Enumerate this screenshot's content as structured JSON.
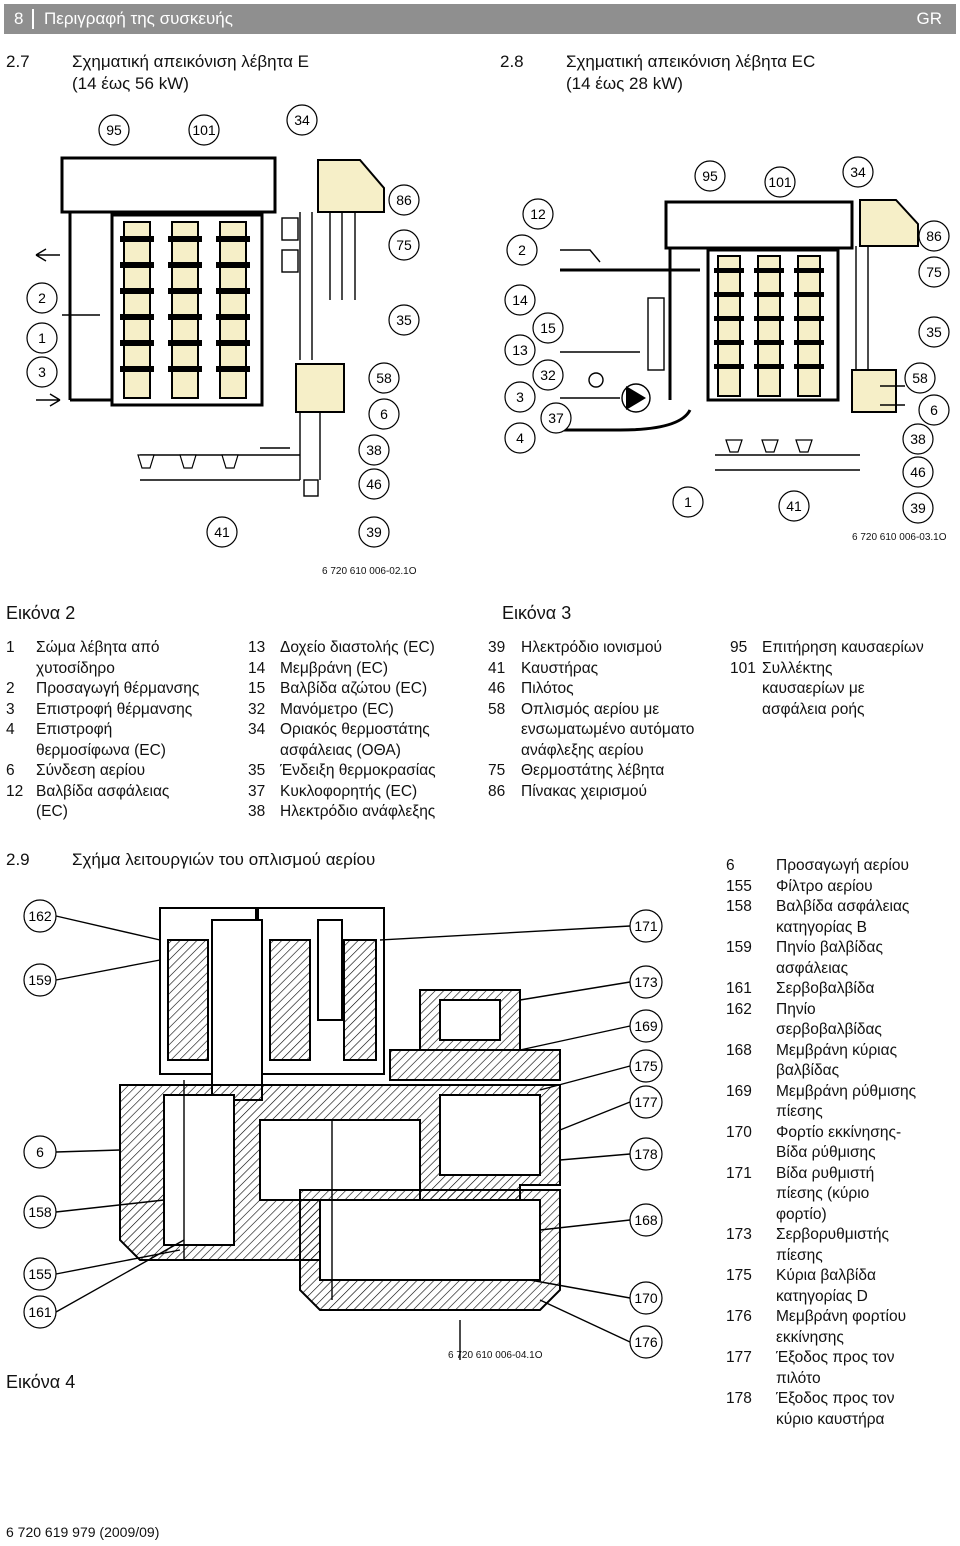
{
  "header": {
    "page": "8",
    "title": "Περιγραφή της συσκευής",
    "lang": "GR"
  },
  "sections": {
    "s27": {
      "num": "2.7",
      "line1": "Σχηματική απεικόνιση λέβητα E",
      "line2": "(14 έως 56 kW)"
    },
    "s28": {
      "num": "2.8",
      "line1": "Σχηματική απεικόνιση λέβητα EC",
      "line2": "(14 έως 28 kW)"
    },
    "s29": {
      "num": "2.9",
      "title": "Σχήμα λειτουργιών του οπλισμού αερίου"
    }
  },
  "figures": {
    "fig2": {
      "caption": "Εικόνα 2",
      "code": "6 720 610 006-02.1O",
      "callouts": [
        "95",
        "101",
        "34",
        "86",
        "75",
        "35",
        "58",
        "6",
        "38",
        "46",
        "39",
        "41",
        "2",
        "1",
        "3"
      ]
    },
    "fig3": {
      "caption": "Εικόνα 3",
      "code": "6 720 610 006-03.1O",
      "callouts": [
        "12",
        "2",
        "14",
        "15",
        "13",
        "32",
        "3",
        "37",
        "4",
        "95",
        "101",
        "34",
        "86",
        "75",
        "35",
        "58",
        "6",
        "38",
        "46",
        "39",
        "1",
        "41"
      ]
    },
    "fig4": {
      "caption": "Εικόνα 4",
      "code": "6 720 610 006-04.1O",
      "callouts": [
        "162",
        "159",
        "6",
        "158",
        "155",
        "161",
        "171",
        "173",
        "169",
        "175",
        "177",
        "178",
        "168",
        "170",
        "176"
      ]
    }
  },
  "legend_boiler": [
    [
      {
        "n": "1",
        "t": "Σώμα λέβητα από χυτοσίδηρο"
      },
      {
        "n": "2",
        "t": "Προσαγωγή θέρμανσης"
      },
      {
        "n": "3",
        "t": "Επιστροφή θέρμανσης"
      },
      {
        "n": "4",
        "t": "Επιστροφή θερμοσίφωνα (EC)"
      },
      {
        "n": "6",
        "t": "Σύνδεση αερίου"
      },
      {
        "n": "12",
        "t": "Βαλβίδα ασφάλειας (EC)"
      }
    ],
    [
      {
        "n": "13",
        "t": "Δοχείο διαστολής (EC)"
      },
      {
        "n": "14",
        "t": "Μεμβράνη (EC)"
      },
      {
        "n": "15",
        "t": "Βαλβίδα αζώτου (EC)"
      },
      {
        "n": "32",
        "t": "Μανόμετρο (EC)"
      },
      {
        "n": "34",
        "t": "Οριακός θερμοστάτης ασφάλειας (ΟΘΑ)"
      },
      {
        "n": "35",
        "t": "Ένδειξη θερμοκρασίας"
      },
      {
        "n": "37",
        "t": "Κυκλοφορητής (EC)"
      },
      {
        "n": "38",
        "t": "Ηλεκτρόδιο ανάφλεξης"
      }
    ],
    [
      {
        "n": "39",
        "t": "Ηλεκτρόδιο ιονισμού"
      },
      {
        "n": "41",
        "t": "Καυστήρας"
      },
      {
        "n": "46",
        "t": "Πιλότος"
      },
      {
        "n": "58",
        "t": "Οπλισμός αερίου με ενσωματωμένο αυτόματο ανάφλεξης αερίου"
      },
      {
        "n": "75",
        "t": "Θερμοστάτης λέβητα"
      },
      {
        "n": "86",
        "t": "Πίνακας χειρισμού"
      }
    ],
    [
      {
        "n": "95",
        "t": "Επιτήρηση καυσαερίων"
      },
      {
        "n": "101",
        "t": "Συλλέκτης καυσαερίων με ασφάλεια ροής"
      }
    ]
  ],
  "legend_gas": [
    {
      "n": "6",
      "t": "Προσαγωγή αερίου"
    },
    {
      "n": "155",
      "t": "Φίλτρο αερίου"
    },
    {
      "n": "158",
      "t": "Βαλβίδα ασφάλειας κατηγορίας B"
    },
    {
      "n": "159",
      "t": "Πηνίο βαλβίδας ασφάλειας"
    },
    {
      "n": "161",
      "t": "Σερβοβαλβίδα"
    },
    {
      "n": "162",
      "t": "Πηνίο σερβοβαλβίδας"
    },
    {
      "n": "168",
      "t": "Μεμβράνη κύριας βαλβίδας"
    },
    {
      "n": "169",
      "t": "Μεμβράνη ρύθμισης πίεσης"
    },
    {
      "n": "170",
      "t": "Φορτίο εκκίνησης- Βίδα ρύθμισης"
    },
    {
      "n": "171",
      "t": "Βίδα ρυθμιστή πίεσης (κύριο φορτίο)"
    },
    {
      "n": "173",
      "t": "Σερβορυθμιστής πίεσης"
    },
    {
      "n": "175",
      "t": "Κύρια βαλβίδα κατηγορίας D"
    },
    {
      "n": "176",
      "t": "Μεμβράνη φορτίου εκκίνησης"
    },
    {
      "n": "177",
      "t": "Έξοδος προς τον πιλότο"
    },
    {
      "n": "178",
      "t": "Έξοδος προς τον κύριο καυστήρα"
    }
  ],
  "footer": "6 720 619 979 (2009/09)"
}
